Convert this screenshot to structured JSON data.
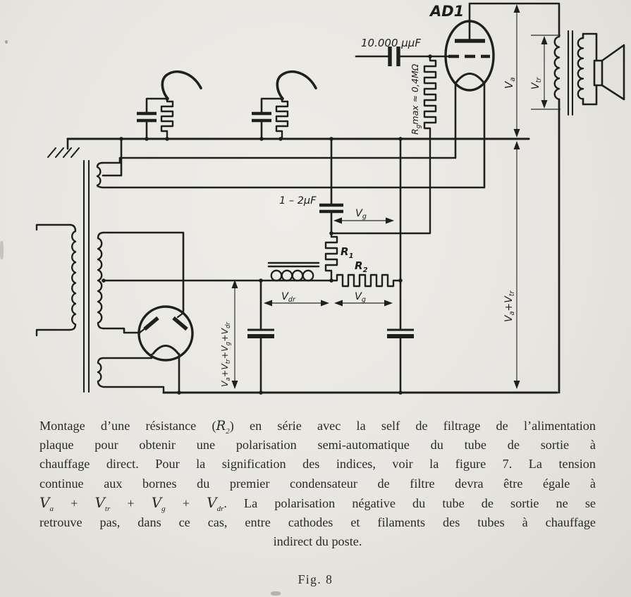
{
  "figure": {
    "fig_label": "Fig. 8"
  },
  "schematic": {
    "colors": {
      "ink": "#1f1f1d",
      "paper": "#e8e6e1"
    },
    "labels": {
      "tube": "AD1",
      "coupling_cap": "10.000 μμF",
      "grid_resistor": {
        "base": "R",
        "sub": "g",
        "rest": "max ≈ 0,4MΩ"
      },
      "filter_cap": "1 – 2μF",
      "r1": {
        "base": "R",
        "sub": "1"
      },
      "r2": {
        "base": "R",
        "sub": "2"
      },
      "vg_grid": {
        "base": "V",
        "sub": "g"
      },
      "vdr": {
        "base": "V",
        "sub": "dr"
      },
      "vg_bias": {
        "base": "V",
        "sub": "g"
      },
      "va": {
        "base": "V",
        "sub": "a"
      },
      "vtr": {
        "base": "V",
        "sub": "tr"
      },
      "va_vtr": {
        "p1": "V",
        "s1": "a",
        "p2": "+V",
        "s2": "tr"
      },
      "v_sum": {
        "p1": "V",
        "s1": "a",
        "p2": "+V",
        "s2": "tr",
        "p3": "+V",
        "s3": "g",
        "p4": "+V",
        "s4": "dr"
      }
    }
  },
  "caption": {
    "l1a": "Montage d’une résistance (",
    "l1r": "R",
    "l1sub": "2",
    "l1b": ") en série avec la self de filtrage de l’alimentation",
    "l2": "plaque pour obtenir une polarisation semi-automatique du tube de sortie à",
    "l3": "chauffage direct. Pour la signification des indices, voir la figure 7. La tension",
    "l4": "continue aux bornes du premier condensateur de filtre devra être égale à",
    "l5": {
      "V": "V",
      "s1": "a",
      "s2": "tr",
      "s3": "g",
      "s4": "dr",
      "plus": " + ",
      "rest": ". La polarisation négative du tube de sortie ne se"
    },
    "l6": "retrouve pas, dans ce cas, entre cathodes et filaments des tubes à chauffage",
    "l7": "indirect du poste."
  }
}
